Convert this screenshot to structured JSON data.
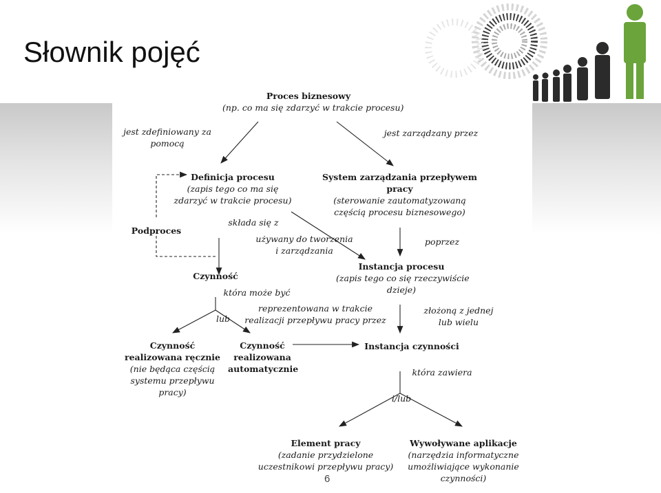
{
  "slide": {
    "title": "Słownik pojęć",
    "page_number": "6"
  },
  "diagram": {
    "nodes": {
      "proces_biznesowy": {
        "title": "Proces biznesowy",
        "desc": "(np. co ma się zdarzyć  w trakcie procesu)"
      },
      "definicja_procesu": {
        "title": "Definicja procesu",
        "desc1": "(zapis tego co ma się",
        "desc2": "zdarzyć w trakcie procesu)"
      },
      "system": {
        "title1": "System zarządzania przepływem",
        "title2": "pracy",
        "desc1": "(sterowanie zautomatyzowaną",
        "desc2": "częścią procesu biznesowego)"
      },
      "podproces": {
        "title": "Podproces"
      },
      "czynnosc": {
        "title": "Czynność"
      },
      "instancja_procesu": {
        "title": "Instancja procesu",
        "desc1": "(zapis tego co się rzeczywiście",
        "desc2": "dzieje)"
      },
      "czynnosc_reczna": {
        "title1": "Czynność",
        "title2": "realizowana ręcznie",
        "desc1": "(nie będąca częścią",
        "desc2": "systemu przepływu",
        "desc3": "pracy)"
      },
      "czynnosc_auto": {
        "title1": "Czynność",
        "title2": "realizowana",
        "title3": "automatycznie"
      },
      "instancja_czynnosci": {
        "title": "Instancja czynności"
      },
      "element_pracy": {
        "title": "Element pracy",
        "desc1": "(zadanie przydzielone",
        "desc2": "uczestnikowi przepływu pracy)"
      },
      "wywolywane_aplikacje": {
        "title": "Wywoływane aplikacje",
        "desc1": "(narzędzia informatyczne",
        "desc2": "umożliwiające wykonanie",
        "desc3": "czynności)"
      }
    },
    "labels": {
      "jest_zdefiniowany_1": "jest zdefiniowany za",
      "jest_zdefiniowany_2": "pomocą",
      "jest_zarzadzany": "jest zarządzany przez",
      "sklada_sie": "składa się z",
      "uzywany_1": "używany do tworzenia",
      "uzywany_2": "i zarządzania",
      "poprzez": "poprzez",
      "ktora_moze_byc": "która może być",
      "lub": "lub",
      "reprezentowana_1": "reprezentowana w trakcie",
      "reprezentowana_2": "realizacji przepływu pracy przez",
      "zlozona_1": "złożoną z jednej",
      "zlozona_2": "lub wielu",
      "ktora_zawiera": "która zawiera",
      "i_lub": "i/lub"
    }
  },
  "colors": {
    "logo_green": "#6aa43a",
    "logo_dark": "#2b2b2b",
    "band_gray": "#cfcfcf"
  }
}
